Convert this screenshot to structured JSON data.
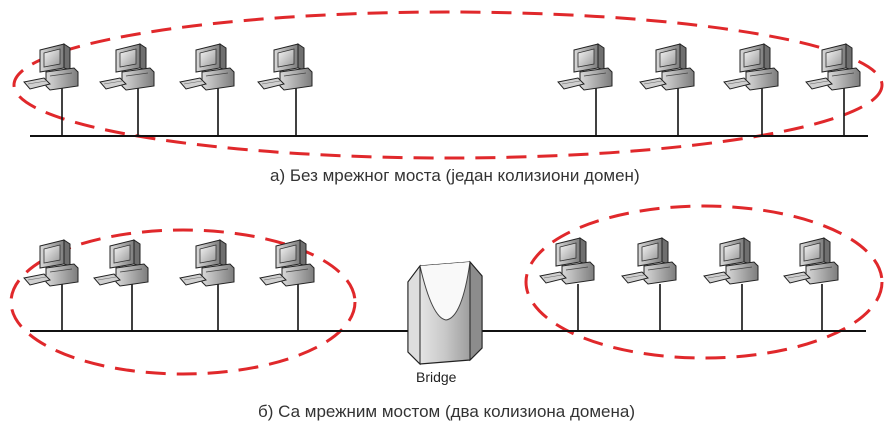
{
  "diagram": {
    "caption_a": "а) Без мрежног моста (један колизиони домен)",
    "caption_b": "б) Са мрежним мостом (два колизиона домена)",
    "bridge_label": "Bridge",
    "computer_icon": "desktop-computer-icon",
    "bridge_icon": "bridge-device-icon",
    "collision_domain_color": "#e0282b",
    "cable_color": "#111111",
    "panel_a_computers": 8,
    "panel_b_left_computers": 4,
    "panel_b_right_computers": 4
  }
}
